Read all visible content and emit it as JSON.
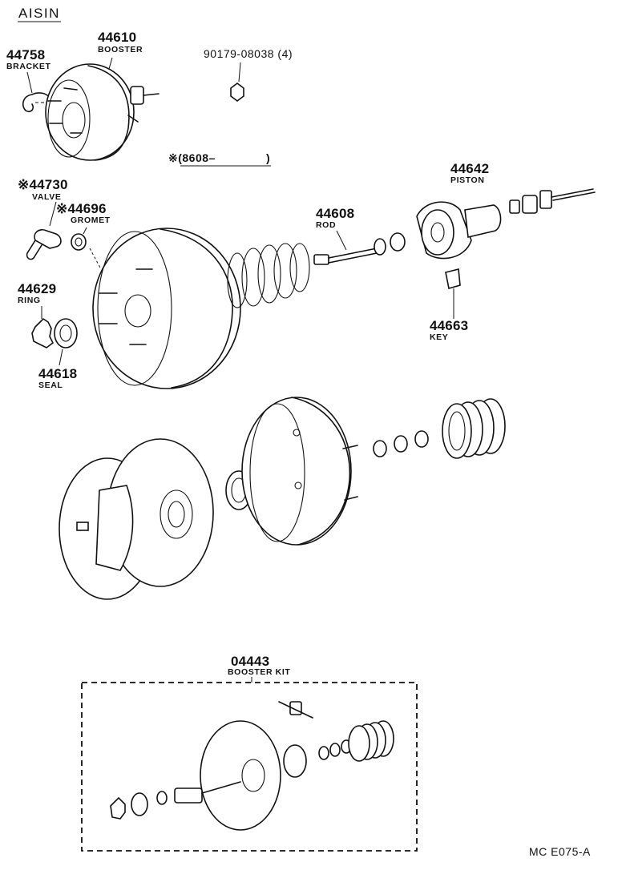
{
  "brand": "AISIN",
  "variant_note": "※(8608–",
  "variant_close": ")",
  "diagram_code": "MC  E075-A",
  "parts": [
    {
      "id": "44758",
      "name": "BRACKET"
    },
    {
      "id": "44610",
      "name": "BOOSTER"
    },
    {
      "id": "90179-08038 (4)",
      "name": ""
    },
    {
      "id": "※44730",
      "name": "VALVE"
    },
    {
      "id": "※44696",
      "name": "GROMET"
    },
    {
      "id": "44608",
      "name": "ROD"
    },
    {
      "id": "44642",
      "name": "PISTON"
    },
    {
      "id": "44629",
      "name": "RING"
    },
    {
      "id": "44618",
      "name": "SEAL"
    },
    {
      "id": "44663",
      "name": "KEY"
    },
    {
      "id": "04443",
      "name": "BOOSTER KIT"
    }
  ]
}
